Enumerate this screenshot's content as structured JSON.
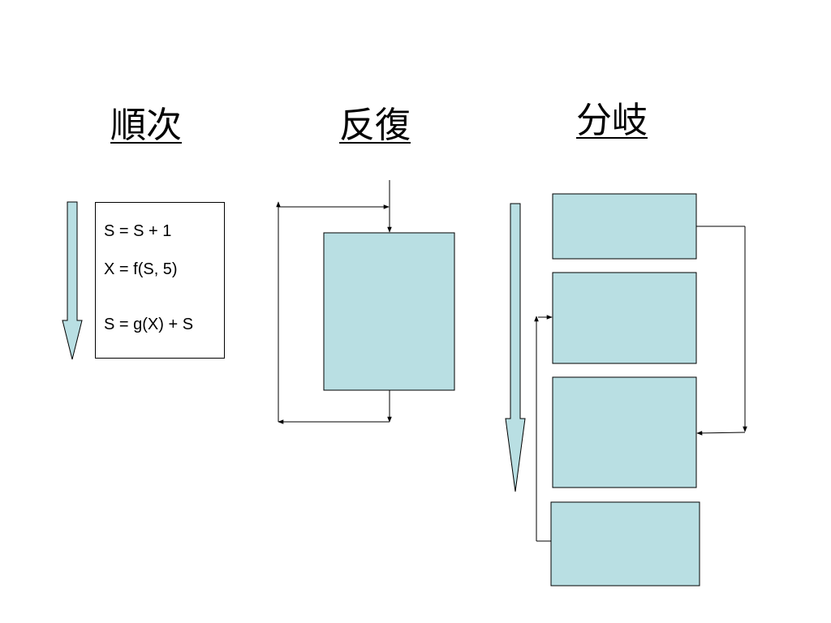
{
  "headings": {
    "sequence": "順次",
    "repetition": "反復",
    "branch": "分岐"
  },
  "sequence_code": [
    "S = S + 1",
    "X = f(S, 5)",
    "S = g(X) + S"
  ],
  "colors": {
    "box_fill": "#b9dfe3",
    "stroke": "#000000",
    "background": "#ffffff"
  }
}
